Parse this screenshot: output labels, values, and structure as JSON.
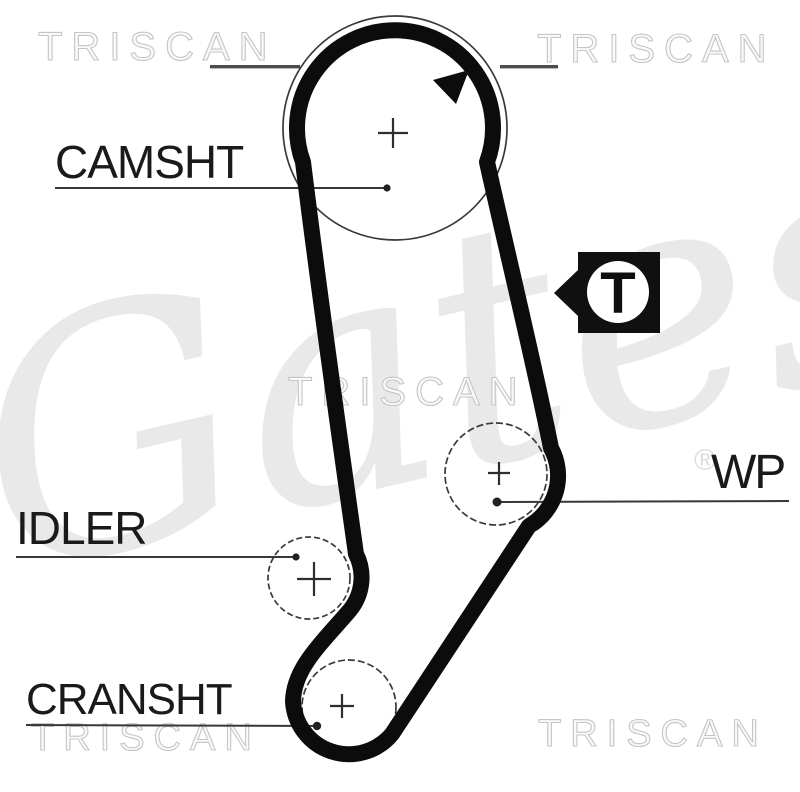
{
  "diagram": {
    "kind": "timing-belt-routing-diagram",
    "pulleys": [
      {
        "id": "camshaft",
        "label": "CAMSHT"
      },
      {
        "id": "idler",
        "label": "IDLER"
      },
      {
        "id": "crankshaft",
        "label": "CRANSHT"
      },
      {
        "id": "water-pump",
        "label": "WP"
      }
    ],
    "tensioner": {
      "symbol": "T"
    },
    "belt_direction": "clockwise",
    "watermarks": {
      "brand_outline": "TRISCAN",
      "brand_script": "Gates",
      "registered_mark": "®"
    },
    "colors": {
      "background": "#ffffff",
      "belt": "#0c0c0c",
      "pulley_outline": "#3a3a3a",
      "leader_line": "#383838",
      "label_text": "#1a1a1a",
      "watermark_outline": "#c5c5c5",
      "watermark_script": "#e9e9e9"
    }
  }
}
